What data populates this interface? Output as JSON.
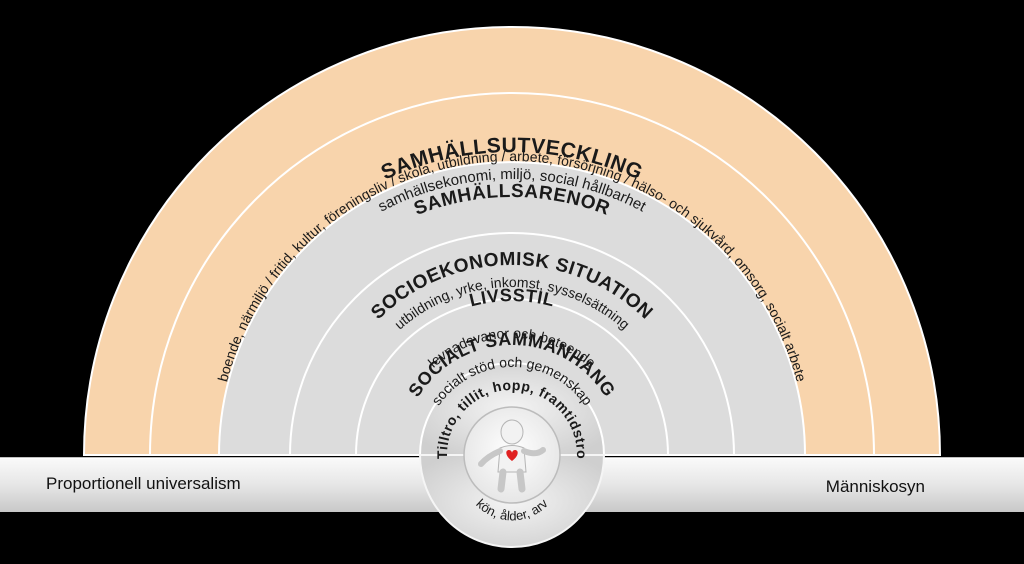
{
  "rings": [
    {
      "title": "SAMHÄLLSUTVECKLING",
      "subtitle": "samhällsekonomi, miljö, social hållbarhet"
    },
    {
      "title": "SAMHÄLLSARENOR",
      "subtitle": "boende, närmiljö / fritid, kultur, föreningsliv / skola, utbildning / arbete, försörjning / hälso- och sjukvård, omsorg, socialt arbete"
    },
    {
      "title": "SOCIOEKONOMISK SITUATION",
      "subtitle": "utbildning, yrke, inkomst, sysselsättning"
    },
    {
      "title": "LIVSSTIL",
      "subtitle": "levnadsvanor och beteende"
    },
    {
      "title": "SOCIALT SAMMANHANG",
      "subtitle": "socialt stöd och gemenskap"
    }
  ],
  "core": {
    "arc_text": "Tilltro, tillit, hopp, framtidstro",
    "bottom_text": "kön, ålder, arv",
    "figure_icon": "person-with-heart-icon"
  },
  "bar": {
    "left_label": "Proportionell universalism",
    "right_label": "Människosyn"
  },
  "colors": {
    "background": "#000000",
    "outer_ring": "#f8d4ac",
    "inner_ring": "#dcdcdc",
    "bar": "#e8e8e8",
    "heart": "#e02020"
  }
}
